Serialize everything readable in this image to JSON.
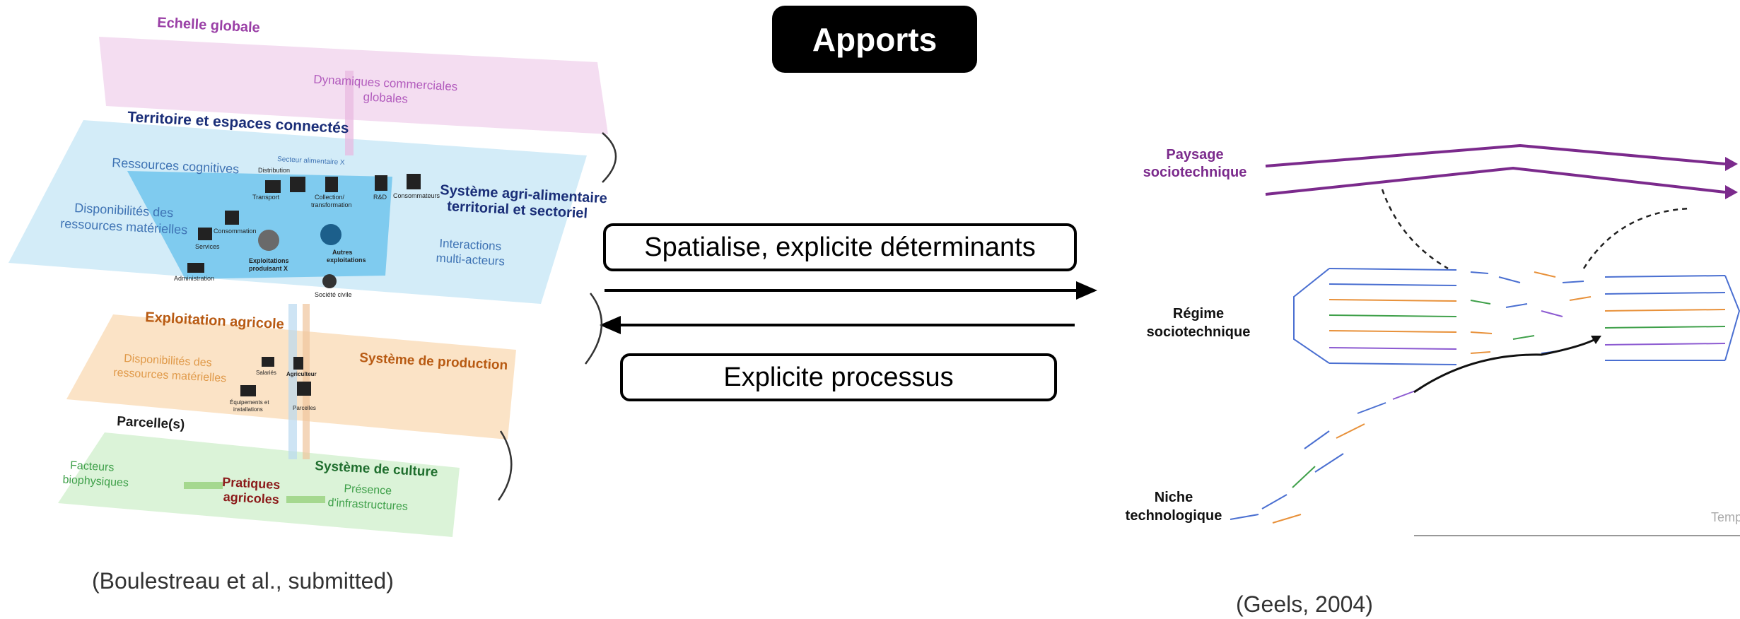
{
  "title": "Apports",
  "arrows": {
    "forward_label": "Spatialise, explicite déterminants",
    "backward_label": "Explicite processus"
  },
  "left_diagram": {
    "citation": "(Boulestreau et al., submitted)",
    "levels": {
      "global": "Echelle globale",
      "global_dynamics": [
        "Dynamiques commerciales",
        "globales"
      ],
      "territory": "Territoire et espaces connectés",
      "cognitive": "Ressources cognitives",
      "material": [
        "Disponibilités des",
        "ressources matérielles"
      ],
      "sector_label": "Secteur alimentaire X",
      "agri_system": [
        "Système agri-alimentaire",
        "territorial et sectoriel"
      ],
      "interactions": [
        "Interactions",
        "multi-acteurs"
      ],
      "icons": {
        "distribution": "Distribution",
        "transport": "Transport",
        "collection": [
          "Collection/",
          "transformation"
        ],
        "rd": "R&D",
        "consommateurs": "Consommateurs",
        "consommation": "Consommation",
        "services": "Services",
        "administration": "Administration",
        "exploitations_x": [
          "Exploitations",
          "produisant X"
        ],
        "autres": [
          "Autres",
          "exploitations"
        ],
        "societe": "Société civile"
      },
      "farm": "Exploitation  agricole",
      "farm_material": [
        "Disponibilités des",
        "ressources matérielles"
      ],
      "prod_system": "Système  de production",
      "farm_icons": {
        "salaries": "Salariés",
        "agriculteur": "Agriculteur",
        "equipements": [
          "Équipements et",
          "installations"
        ],
        "parcelles": "Parcelles"
      },
      "parcel": "Parcelle(s)",
      "biophysical": [
        "Facteurs",
        "biophysiques"
      ],
      "practices": [
        "Pratiques",
        "agricoles"
      ],
      "crop_system": "Système  de culture",
      "infra": [
        "Présence",
        "d'infrastructures"
      ]
    },
    "colors": {
      "global": "#f3d9ef",
      "territory": "#d3ecf8",
      "farm": "#fbe3c6",
      "parcel": "#dbf3d8",
      "purple_text": "#9a3fa6",
      "blue_text": "#3e73b4",
      "orange_text": "#d9761e",
      "green_text": "#2e8b44",
      "red_text": "#8b1a1a"
    }
  },
  "right_diagram": {
    "citation": "(Geels, 2004)",
    "landscape": [
      "Paysage",
      "sociotechnique"
    ],
    "regime": [
      "Régime",
      "sociotechnique"
    ],
    "niche": [
      "Niche",
      "technologique"
    ],
    "time_label": "Temps",
    "colors": {
      "landscape": "#7b2a8c",
      "blue": "#4a6fd1",
      "orange": "#e8913a",
      "green": "#3fa04a",
      "purple": "#8c5ad1"
    }
  }
}
